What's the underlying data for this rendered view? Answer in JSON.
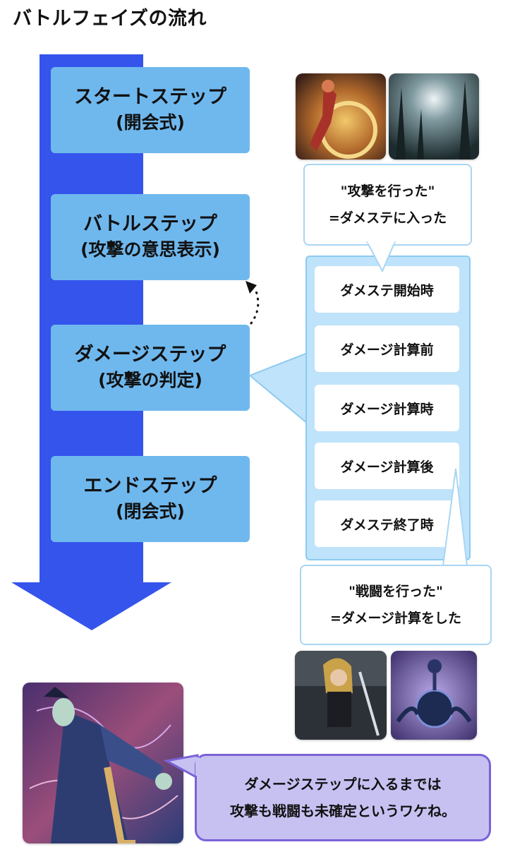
{
  "title": "バトルフェイズの流れ",
  "steps": [
    {
      "line1": "スタートステップ",
      "line2": "(開会式)"
    },
    {
      "line1": "バトルステップ",
      "line2": "(攻撃の意思表示)"
    },
    {
      "line1": "ダメージステップ",
      "line2": "(攻撃の判定)"
    },
    {
      "line1": "エンドステップ",
      "line2": "(閉会式)"
    }
  ],
  "damage_substeps": [
    "ダメステ開始時",
    "ダメージ計算前",
    "ダメージ計算時",
    "ダメージ計算後",
    "ダメステ終了時"
  ],
  "attack_note": {
    "line1": "\"攻撃を行った\"",
    "line2": "=ダメステに入った"
  },
  "battle_note": {
    "line1": "\"戦闘を行った\"",
    "line2": "=ダメージ計算をした"
  },
  "summary_note": {
    "line1": "ダメージステップに入るまでは",
    "line2": "攻撃も戦闘も未確定というワケね。"
  },
  "colors": {
    "arrow": "#3554ec",
    "step_box": "#6fb8ee",
    "panel": "#bfe3fa",
    "panel_border": "#8ccaf0",
    "purple_bubble": "#c7c1f2",
    "purple_border": "#7b62d6"
  },
  "images": [
    "card-art-armored-warrior",
    "card-art-dark-forest",
    "card-art-swordswoman",
    "card-art-dark-sphere-monster",
    "card-art-sorcerer"
  ]
}
